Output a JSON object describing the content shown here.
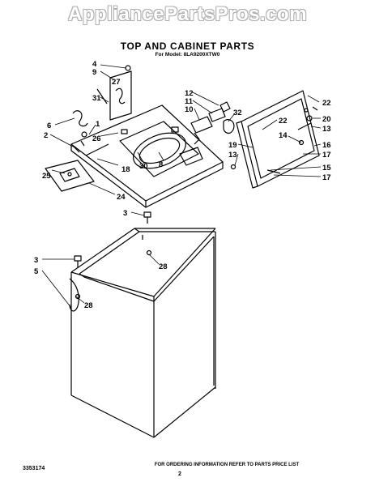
{
  "watermark": "AppliancePartsPros.com",
  "title": "TOP AND CABINET PARTS",
  "model": "For Model: 8LA9200XTW0",
  "callouts": [
    "4",
    "9",
    "27",
    "31",
    "6",
    "1",
    "2",
    "26",
    "30",
    "8",
    "18",
    "25",
    "24",
    "12",
    "11",
    "10",
    "32",
    "22",
    "22",
    "20",
    "13",
    "14",
    "19",
    "13",
    "16",
    "17",
    "15",
    "17",
    "3",
    "28",
    "3",
    "5",
    "28"
  ],
  "footer": {
    "doc_number": "3353174",
    "order_note": "FOR ORDERING INFORMATION REFER TO PARTS PRICE LIST",
    "page": "2"
  },
  "colors": {
    "ink": "#000000",
    "paper": "#ffffff",
    "watermark_outline": "#b0b0b0"
  }
}
